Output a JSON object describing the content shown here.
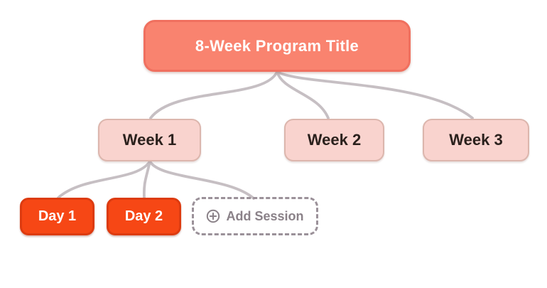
{
  "nodes": {
    "program": {
      "label": "8-Week Program Title"
    },
    "weeks": [
      {
        "label": "Week 1"
      },
      {
        "label": "Week 2"
      },
      {
        "label": "Week 3"
      }
    ],
    "days": [
      {
        "label": "Day 1"
      },
      {
        "label": "Day 2"
      }
    ],
    "add_session": {
      "label": "Add Session",
      "icon": "plus-circle-icon"
    }
  },
  "colors": {
    "program_fill": "#F9836F",
    "program_border": "#F0705F",
    "week_fill": "#F9D3CE",
    "week_border": "#DCB6AD",
    "week_text": "#2B211D",
    "day_fill": "#F64715",
    "day_border": "#DD3B10",
    "connector": "#C6BFC3",
    "add_session_border": "#9B9199",
    "add_session_text": "#8A8188"
  }
}
